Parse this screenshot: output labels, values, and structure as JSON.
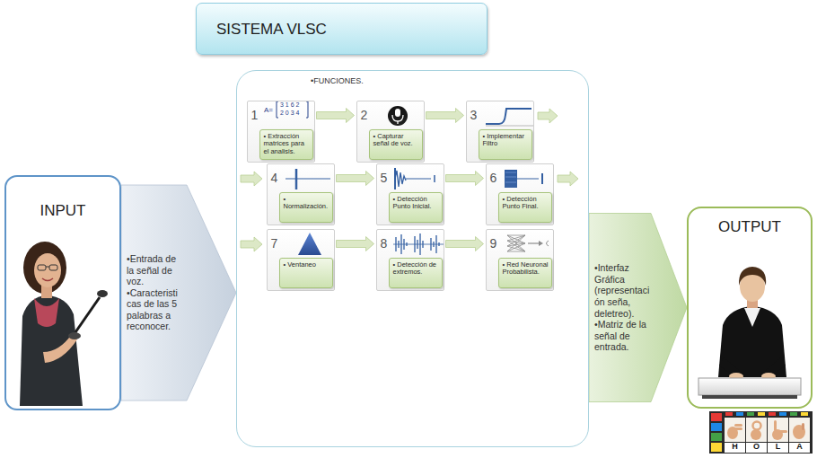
{
  "diagram": {
    "nodes": [
      {
        "text": [
          "SISTEMA VLSC"
        ]
      },
      {
        "text": [
          "INPUT"
        ]
      },
      {
        "text": [
          "•FUNCIONES."
        ]
      },
      {
        "text": [
          "1"
        ],
        "in": 2
      },
      {
        "text": [
          "• Extracción matrices para el analisis."
        ],
        "in": 3
      },
      {
        "text": [
          "2"
        ],
        "in": 2
      },
      {
        "text": [
          "• Capturar señal de voz."
        ],
        "in": 5
      },
      {
        "text": [
          "3"
        ],
        "in": 2
      },
      {
        "text": [
          "• Implementar Filtro"
        ],
        "in": 7
      },
      {
        "text": [
          "4"
        ],
        "in": 2
      },
      {
        "text": [
          "• Normalización."
        ],
        "in": 9
      },
      {
        "text": [
          "5"
        ],
        "in": 2
      },
      {
        "text": [
          "• Detección Punto Inicial."
        ],
        "in": 11
      },
      {
        "text": [
          "6"
        ],
        "in": 2
      },
      {
        "text": [
          "• Detección Punto Final."
        ],
        "in": 13
      },
      {
        "text": [
          "7"
        ],
        "in": 2
      },
      {
        "text": [
          "• Ventaneo"
        ],
        "in": 15
      },
      {
        "text": [
          "8"
        ],
        "in": 2
      },
      {
        "text": [
          "• Detección de extremos."
        ],
        "in": 17
      },
      {
        "text": [
          "9"
        ],
        "in": 2
      },
      {
        "text": [
          "• Red Neuronal Probabilista."
        ],
        "in": 19
      },
      {
        "text": [
          "OUTPUT"
        ]
      }
    ],
    "edges": [
      {
        "from": 1,
        "to": 2,
        "arrow": "to",
        "label": "•Entrada de la señal de voz. •Caracteristicas de las 5 palabras a reconocer."
      },
      {
        "from": 3,
        "to": 5,
        "arrow": "to"
      },
      {
        "from": 5,
        "to": 7,
        "arrow": "to"
      },
      {
        "from": 9,
        "to": 11,
        "arrow": "to"
      },
      {
        "from": 11,
        "to": 13,
        "arrow": "to"
      },
      {
        "from": 15,
        "to": 17,
        "arrow": "to"
      },
      {
        "from": 17,
        "to": 19,
        "arrow": "to"
      },
      {
        "from": 2,
        "to": 21,
        "arrow": "to",
        "label": "•Interfaz Gráfica (representación seña, deletreo). •Matriz de la señal de entrada."
      }
    ],
    "labels": [
      "A=",
      "3 1 6 2",
      "2 0 3 4",
      "H",
      "O",
      "L",
      "A"
    ]
  }
}
